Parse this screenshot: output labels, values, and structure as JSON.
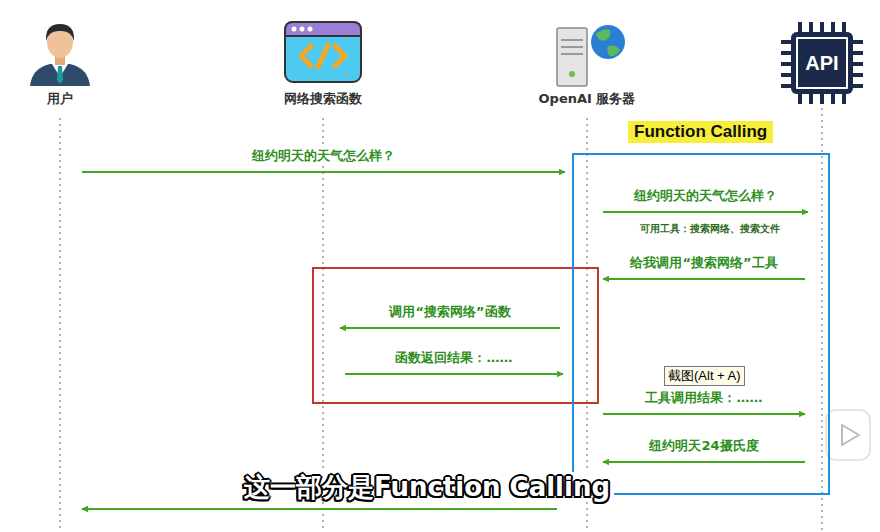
{
  "diagram": {
    "nodes": [
      {
        "text": [
          "用户"
        ]
      },
      {
        "text": [
          "网络搜索函数"
        ]
      },
      {
        "text": [
          "OpenAI 服务器"
        ]
      },
      {
        "text": [
          "API"
        ]
      },
      {
        "text": [
          "Function Calling"
        ]
      }
    ],
    "edges": [
      {
        "from": 0,
        "to": 2,
        "arrow": "to",
        "label": "纽约明天的天气怎么样？"
      },
      {
        "from": 2,
        "to": 3,
        "arrow": "to",
        "label": "纽约明天的天气怎么样？"
      },
      {
        "from": 3,
        "to": 2,
        "arrow": "to",
        "label": "给我调用“搜索网络”工具"
      },
      {
        "from": 2,
        "to": 1,
        "arrow": "to",
        "label": "调用“搜索网络”函数"
      },
      {
        "from": 1,
        "to": 2,
        "arrow": "to",
        "label": "函数返回结果：……"
      },
      {
        "from": 2,
        "to": 3,
        "arrow": "to",
        "label": "工具调用结果：……"
      },
      {
        "from": 3,
        "to": 2,
        "arrow": "to",
        "label": "纽约明天24摄氏度"
      },
      {
        "from": 2,
        "to": 0,
        "arrow": "to"
      }
    ],
    "labels": [
      "可用工具：搜索网络、搜索文件",
      "截图(Alt + A)",
      "这一部分是Function Calling"
    ]
  }
}
